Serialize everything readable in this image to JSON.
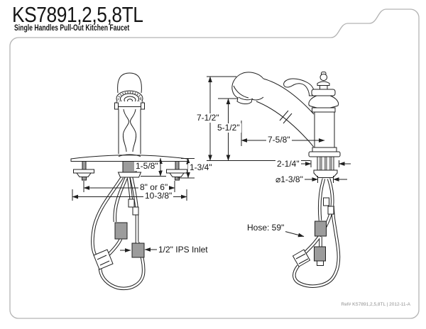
{
  "header": {
    "model": "KS7891,2,5,8TL",
    "subtitle": "Single Handles Pull-Out Kitchen Faucet"
  },
  "front_view": {
    "deck_to_nut": "1-5/8\"",
    "stud_height": "1-3/4\"",
    "hole_spacing": "8\" or 6\"",
    "plate_width": "10-3/8\"",
    "inlet_label": "1/2\" IPS Inlet"
  },
  "side_view": {
    "overall_height": "7-1/2\"",
    "spout_height": "5-1/2\"",
    "spout_reach": "7-5/8\"",
    "base_width": "2-1/4\"",
    "shank_diameter": "⌀1-3/8\"",
    "hose_length": "Hose: 59\""
  },
  "footer": {
    "reference": "Ref# KS7891,2,5,8TL | 2012-11-A"
  },
  "colors": {
    "line": "#1f1f1f",
    "shade": "#9c9c9c",
    "border": "#b3b3b3",
    "ref_text": "#8f8f8f"
  }
}
